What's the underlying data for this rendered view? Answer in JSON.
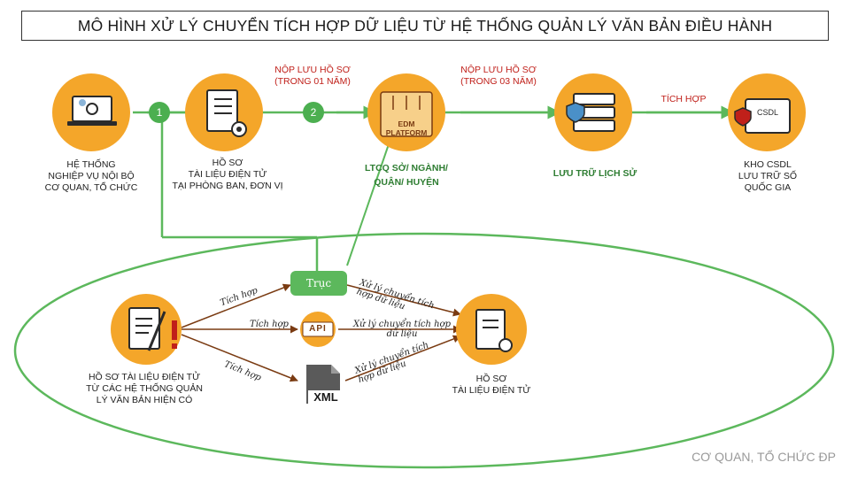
{
  "title": "MÔ HÌNH XỬ LÝ CHUYỂN TÍCH HỢP DỮ LIỆU TỪ HỆ THỐNG QUẢN LÝ VĂN BẢN ĐIỀU HÀNH",
  "top_labels": {
    "submit_1": "NỘP LƯU HỒ SƠ\n(TRONG 01 NĂM)",
    "submit_3": "NỘP LƯU HỒ SƠ\n(TRONG 03 NĂM)",
    "integrate": "TÍCH HỢP"
  },
  "badges": {
    "one": "1",
    "two": "2"
  },
  "nodes": {
    "business_system": "HỆ THỐNG\nNGHIỆP VỤ NỘI BỘ\nCƠ QUAN, TỔ CHỨC",
    "dept_records": "HỒ SƠ\nTÀI LIỆU ĐIỆN TỬ\nTẠI PHÒNG BAN, ĐƠN VỊ",
    "edm_archive": "LTCQ SỞ/ NGÀNH/\nQUẬN/ HUYỆN",
    "historical_archive": "LƯU TRỮ LỊCH SỬ",
    "national_db": "KHO CSDL\nLƯU TRỮ SỐ\nQUỐC GIA",
    "legacy_records": "HỒ SƠ TÀI LIỆU ĐIỆN TỬ\nTỪ CÁC HỆ THỐNG QUẢN\nLÝ VĂN BẢN HIỆN CÓ",
    "e_records": "HỒ SƠ\nTÀI LIỆU ĐIỆN TỬ"
  },
  "icons": {
    "edm": {
      "line1": "EDM",
      "line2": "PLATFORM"
    },
    "csdl": "CSDL",
    "api": "API",
    "xml": "XML"
  },
  "hub": "Trục",
  "flow_labels": {
    "integrate_a": "Tích hợp",
    "integrate_b": "Tích hợp",
    "integrate_c": "Tích hợp",
    "process_top": "Xử lý chuyển tích hợp dữ liệu",
    "process_mid": "Xử lý chuyển tích hợp dữ liệu",
    "process_bottom": "Xử lý chuyển tích hợp dữ liệu"
  },
  "footer": "CƠ QUAN, TỔ CHỨC ĐP",
  "colors": {
    "green": "#5cb85c",
    "orange": "#f4a62a",
    "brown": "#7a3b12",
    "red": "#c0201a"
  }
}
